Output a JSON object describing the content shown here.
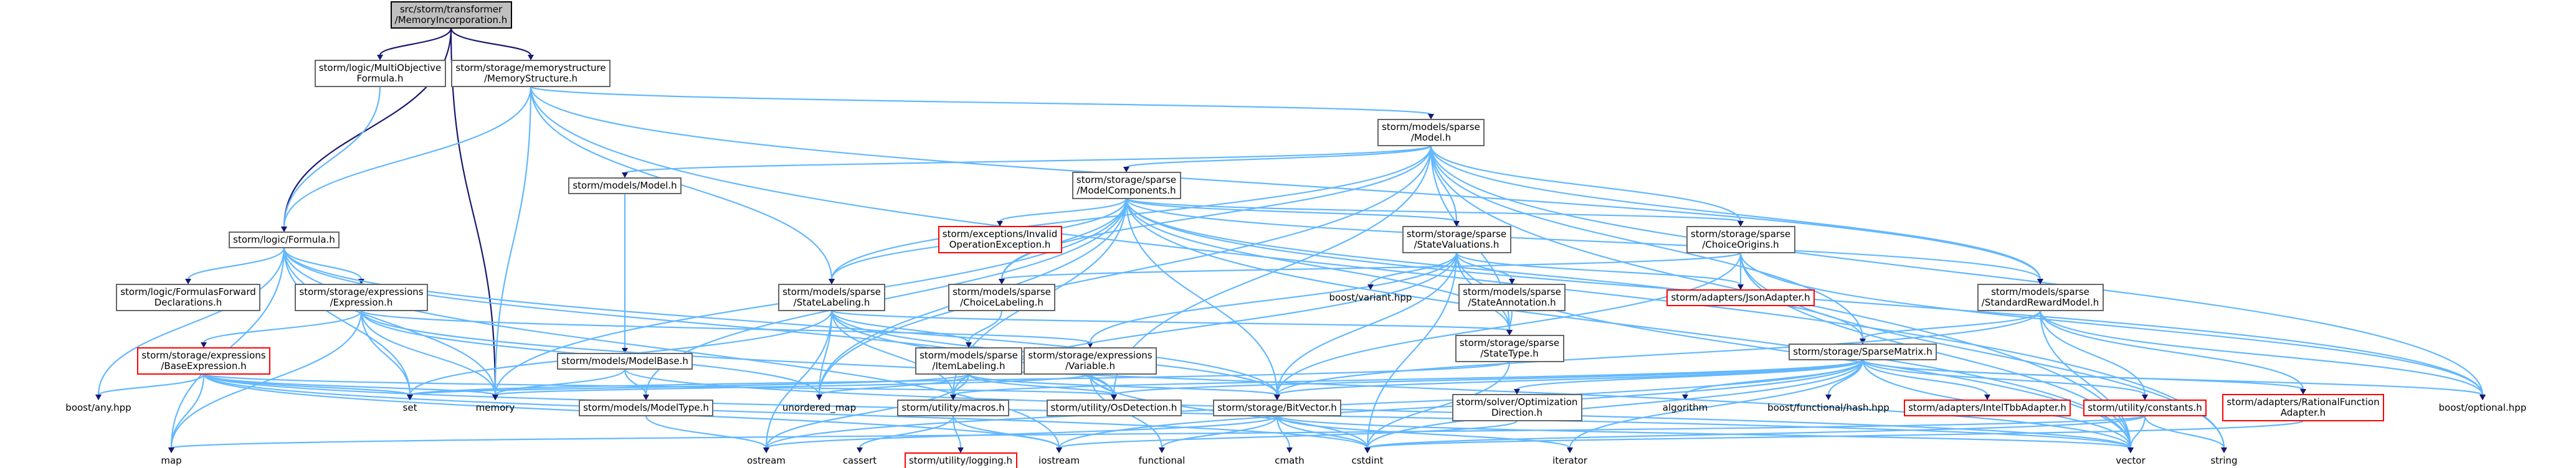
{
  "nodes": [
    {
      "id": "root",
      "lines": [
        "src/storm/transformer",
        "/MemoryIncorporation.h"
      ],
      "style": "root"
    },
    {
      "id": "mof",
      "lines": [
        "storm/logic/MultiObjective",
        "Formula.h"
      ],
      "style": "boxed"
    },
    {
      "id": "memstruct",
      "lines": [
        "storm/storage/memorystructure",
        "/MemoryStructure.h"
      ],
      "style": "boxed"
    },
    {
      "id": "sparsemodel",
      "lines": [
        "storm/models/sparse",
        "/Model.h"
      ],
      "style": "boxed"
    },
    {
      "id": "modelsmodel",
      "lines": [
        "storm/models/Model.h"
      ],
      "style": "boxed"
    },
    {
      "id": "modelcomp",
      "lines": [
        "storm/storage/sparse",
        "/ModelComponents.h"
      ],
      "style": "boxed"
    },
    {
      "id": "invalidop",
      "lines": [
        "storm/exceptions/Invalid",
        "OperationException.h"
      ],
      "style": "red"
    },
    {
      "id": "formula",
      "lines": [
        "storm/logic/Formula.h"
      ],
      "style": "boxed"
    },
    {
      "id": "fwddecl",
      "lines": [
        "storm/logic/FormulasForward",
        "Declarations.h"
      ],
      "style": "boxed"
    },
    {
      "id": "expression",
      "lines": [
        "storm/storage/expressions",
        "/Expression.h"
      ],
      "style": "boxed"
    },
    {
      "id": "baseexpr",
      "lines": [
        "storm/storage/expressions",
        "/BaseExpression.h"
      ],
      "style": "red"
    },
    {
      "id": "statelabel",
      "lines": [
        "storm/models/sparse",
        "/StateLabeling.h"
      ],
      "style": "boxed"
    },
    {
      "id": "choicelabel",
      "lines": [
        "storm/models/sparse",
        "/ChoiceLabeling.h"
      ],
      "style": "boxed"
    },
    {
      "id": "statevals",
      "lines": [
        "storm/storage/sparse",
        "/StateValuations.h"
      ],
      "style": "boxed"
    },
    {
      "id": "choiceorigins",
      "lines": [
        "storm/storage/sparse",
        "/ChoiceOrigins.h"
      ],
      "style": "boxed"
    },
    {
      "id": "variant",
      "lines": [
        "boost/variant.hpp"
      ],
      "style": "plain"
    },
    {
      "id": "stateannot",
      "lines": [
        "storm/models/sparse",
        "/StateAnnotation.h"
      ],
      "style": "boxed"
    },
    {
      "id": "jsonadapter",
      "lines": [
        "storm/adapters/JsonAdapter.h"
      ],
      "style": "red"
    },
    {
      "id": "stdreward",
      "lines": [
        "storm/models/sparse",
        "/StandardRewardModel.h"
      ],
      "style": "boxed"
    },
    {
      "id": "modelbase",
      "lines": [
        "storm/models/ModelBase.h"
      ],
      "style": "boxed"
    },
    {
      "id": "itemlabel",
      "lines": [
        "storm/models/sparse",
        "/ItemLabeling.h"
      ],
      "style": "boxed"
    },
    {
      "id": "variable",
      "lines": [
        "storm/storage/expressions",
        "/Variable.h"
      ],
      "style": "boxed"
    },
    {
      "id": "statetype",
      "lines": [
        "storm/storage/sparse",
        "/StateType.h"
      ],
      "style": "boxed"
    },
    {
      "id": "sparsematrix",
      "lines": [
        "storm/storage/SparseMatrix.h"
      ],
      "style": "boxed"
    },
    {
      "id": "anyhpp",
      "lines": [
        "boost/any.hpp"
      ],
      "style": "plain"
    },
    {
      "id": "set",
      "lines": [
        "set"
      ],
      "style": "plain"
    },
    {
      "id": "memory",
      "lines": [
        "memory"
      ],
      "style": "plain"
    },
    {
      "id": "modeltype",
      "lines": [
        "storm/models/ModelType.h"
      ],
      "style": "boxed"
    },
    {
      "id": "unorderedmap",
      "lines": [
        "unordered_map"
      ],
      "style": "plain"
    },
    {
      "id": "macros",
      "lines": [
        "storm/utility/macros.h"
      ],
      "style": "boxed"
    },
    {
      "id": "osdetect",
      "lines": [
        "storm/utility/OsDetection.h"
      ],
      "style": "boxed"
    },
    {
      "id": "bitvector",
      "lines": [
        "storm/storage/BitVector.h"
      ],
      "style": "boxed"
    },
    {
      "id": "optdir",
      "lines": [
        "storm/solver/Optimization",
        "Direction.h"
      ],
      "style": "boxed"
    },
    {
      "id": "algorithm",
      "lines": [
        "algorithm"
      ],
      "style": "plain"
    },
    {
      "id": "flathash",
      "lines": [
        "boost/functional/hash.hpp"
      ],
      "style": "plain"
    },
    {
      "id": "inteltbb",
      "lines": [
        "storm/adapters/IntelTbbAdapter.h"
      ],
      "style": "red"
    },
    {
      "id": "constants",
      "lines": [
        "storm/utility/constants.h"
      ],
      "style": "red"
    },
    {
      "id": "rationalfn",
      "lines": [
        "storm/adapters/RationalFunction",
        "Adapter.h"
      ],
      "style": "red"
    },
    {
      "id": "optional",
      "lines": [
        "boost/optional.hpp"
      ],
      "style": "plain"
    },
    {
      "id": "map",
      "lines": [
        "map"
      ],
      "style": "plain"
    },
    {
      "id": "ostream",
      "lines": [
        "ostream"
      ],
      "style": "plain"
    },
    {
      "id": "cassert",
      "lines": [
        "cassert"
      ],
      "style": "plain"
    },
    {
      "id": "logging",
      "lines": [
        "storm/utility/logging.h"
      ],
      "style": "red"
    },
    {
      "id": "iostream",
      "lines": [
        "iostream"
      ],
      "style": "plain"
    },
    {
      "id": "functional",
      "lines": [
        "functional"
      ],
      "style": "plain"
    },
    {
      "id": "cmath",
      "lines": [
        "cmath"
      ],
      "style": "plain"
    },
    {
      "id": "cstdint",
      "lines": [
        "cstdint"
      ],
      "style": "plain"
    },
    {
      "id": "iterator",
      "lines": [
        "iterator"
      ],
      "style": "plain"
    },
    {
      "id": "vector",
      "lines": [
        "vector"
      ],
      "style": "plain"
    },
    {
      "id": "string",
      "lines": [
        "string"
      ],
      "style": "plain"
    }
  ],
  "edges": [
    [
      "root",
      "mof"
    ],
    [
      "root",
      "memstruct"
    ],
    [
      "root",
      "formula"
    ],
    [
      "root",
      "memory"
    ],
    [
      "mof",
      "formula"
    ],
    [
      "memstruct",
      "formula"
    ],
    [
      "memstruct",
      "sparsemodel"
    ],
    [
      "memstruct",
      "statelabel"
    ],
    [
      "memstruct",
      "stdreward"
    ],
    [
      "memstruct",
      "memory"
    ],
    [
      "memstruct",
      "string"
    ],
    [
      "sparsemodel",
      "modelsmodel"
    ],
    [
      "sparsemodel",
      "modelcomp"
    ],
    [
      "sparsemodel",
      "statelabel"
    ],
    [
      "sparsemodel",
      "choicelabel"
    ],
    [
      "sparsemodel",
      "statevals"
    ],
    [
      "sparsemodel",
      "choiceorigins"
    ],
    [
      "sparsemodel",
      "stdreward"
    ],
    [
      "sparsemodel",
      "statetype"
    ],
    [
      "sparsemodel",
      "sparsematrix"
    ],
    [
      "sparsemodel",
      "optional"
    ],
    [
      "sparsemodel",
      "unorderedmap"
    ],
    [
      "sparsemodel",
      "osdetect"
    ],
    [
      "sparsemodel",
      "vector"
    ],
    [
      "modelsmodel",
      "modelbase"
    ],
    [
      "modelcomp",
      "invalidop"
    ],
    [
      "modelcomp",
      "statelabel"
    ],
    [
      "modelcomp",
      "choicelabel"
    ],
    [
      "modelcomp",
      "statevals"
    ],
    [
      "modelcomp",
      "choiceorigins"
    ],
    [
      "modelcomp",
      "stdreward"
    ],
    [
      "modelcomp",
      "sparsematrix"
    ],
    [
      "modelcomp",
      "bitvector"
    ],
    [
      "modelcomp",
      "macros"
    ],
    [
      "modelcomp",
      "memory"
    ],
    [
      "modelcomp",
      "unorderedmap"
    ],
    [
      "modelcomp",
      "modeltype"
    ],
    [
      "modelcomp",
      "optional"
    ],
    [
      "modelcomp",
      "statetype"
    ],
    [
      "modelcomp",
      "vector"
    ],
    [
      "formula",
      "fwddecl"
    ],
    [
      "formula",
      "expression"
    ],
    [
      "formula",
      "anyhpp"
    ],
    [
      "formula",
      "set"
    ],
    [
      "formula",
      "memory"
    ],
    [
      "formula",
      "map"
    ],
    [
      "formula",
      "iostream"
    ],
    [
      "formula",
      "osdetect"
    ],
    [
      "formula",
      "bitvector"
    ],
    [
      "expression",
      "baseexpr"
    ],
    [
      "expression",
      "set"
    ],
    [
      "expression",
      "memory"
    ],
    [
      "expression",
      "map"
    ],
    [
      "expression",
      "unorderedmap"
    ],
    [
      "expression",
      "vector"
    ],
    [
      "expression",
      "variable"
    ],
    [
      "baseexpr",
      "anyhpp"
    ],
    [
      "baseexpr",
      "set"
    ],
    [
      "baseexpr",
      "map"
    ],
    [
      "baseexpr",
      "iostream"
    ],
    [
      "baseexpr",
      "memory"
    ],
    [
      "baseexpr",
      "osdetect"
    ],
    [
      "baseexpr",
      "cstdint"
    ],
    [
      "baseexpr",
      "vector"
    ],
    [
      "statelabel",
      "itemlabel"
    ],
    [
      "statelabel",
      "set"
    ],
    [
      "statelabel",
      "unorderedmap"
    ],
    [
      "statelabel",
      "ostream"
    ],
    [
      "statelabel",
      "bitvector"
    ],
    [
      "statelabel",
      "macros"
    ],
    [
      "statelabel",
      "osdetect"
    ],
    [
      "statelabel",
      "statetype"
    ],
    [
      "choicelabel",
      "itemlabel"
    ],
    [
      "itemlabel",
      "set"
    ],
    [
      "itemlabel",
      "unorderedmap"
    ],
    [
      "itemlabel",
      "ostream"
    ],
    [
      "itemlabel",
      "bitvector"
    ],
    [
      "itemlabel",
      "macros"
    ],
    [
      "itemlabel",
      "osdetect"
    ],
    [
      "statevals",
      "variable"
    ],
    [
      "statevals",
      "variant"
    ],
    [
      "statevals",
      "stateannot"
    ],
    [
      "statevals",
      "jsonadapter"
    ],
    [
      "statevals",
      "statetype"
    ],
    [
      "statevals",
      "bitvector"
    ],
    [
      "statevals",
      "cstdint"
    ],
    [
      "statevals",
      "vector"
    ],
    [
      "statevals",
      "macros"
    ],
    [
      "stateannot",
      "statetype"
    ],
    [
      "choiceorigins",
      "choicelabel"
    ],
    [
      "choiceorigins",
      "jsonadapter"
    ],
    [
      "choiceorigins",
      "bitvector"
    ],
    [
      "choiceorigins",
      "vector"
    ],
    [
      "choiceorigins",
      "string"
    ],
    [
      "choiceorigins",
      "optional"
    ],
    [
      "stdreward",
      "sparsematrix"
    ],
    [
      "stdreward",
      "optional"
    ],
    [
      "stdreward",
      "rationalfn"
    ],
    [
      "stdreward",
      "constants"
    ],
    [
      "stdreward",
      "vector"
    ],
    [
      "stdreward",
      "bitvector"
    ],
    [
      "modelbase",
      "memory"
    ],
    [
      "modelbase",
      "modeltype"
    ],
    [
      "modelbase",
      "vector"
    ],
    [
      "modeltype",
      "ostream"
    ],
    [
      "variable",
      "memory"
    ],
    [
      "variable",
      "cstdint"
    ],
    [
      "variable",
      "functional"
    ],
    [
      "variable",
      "osdetect"
    ],
    [
      "statetype",
      "cstdint"
    ],
    [
      "statetype",
      "set"
    ],
    [
      "sparsematrix",
      "bitvector"
    ],
    [
      "sparsematrix",
      "optdir"
    ],
    [
      "sparsematrix",
      "algorithm"
    ],
    [
      "sparsematrix",
      "flathash"
    ],
    [
      "sparsematrix",
      "inteltbb"
    ],
    [
      "sparsematrix",
      "constants"
    ],
    [
      "sparsematrix",
      "rationalfn"
    ],
    [
      "sparsematrix",
      "optional"
    ],
    [
      "sparsematrix",
      "macros"
    ],
    [
      "sparsematrix",
      "osdetect"
    ],
    [
      "sparsematrix",
      "vector"
    ],
    [
      "sparsematrix",
      "iterator"
    ],
    [
      "sparsematrix",
      "cstdint"
    ],
    [
      "sparsematrix",
      "iostream"
    ],
    [
      "sparsematrix",
      "ostream"
    ],
    [
      "macros",
      "cassert"
    ],
    [
      "macros",
      "logging"
    ],
    [
      "macros",
      "iostream"
    ],
    [
      "bitvector",
      "cstdint"
    ],
    [
      "bitvector",
      "ostream"
    ],
    [
      "bitvector",
      "iterator"
    ],
    [
      "bitvector",
      "functional"
    ],
    [
      "bitvector",
      "cmath"
    ],
    [
      "bitvector",
      "vector"
    ],
    [
      "optdir",
      "iostream"
    ],
    [
      "constants",
      "vector"
    ],
    [
      "constants",
      "string"
    ],
    [
      "constants",
      "cstdint"
    ],
    [
      "constants",
      "map"
    ],
    [
      "rationalfn",
      "cstdint"
    ]
  ]
}
